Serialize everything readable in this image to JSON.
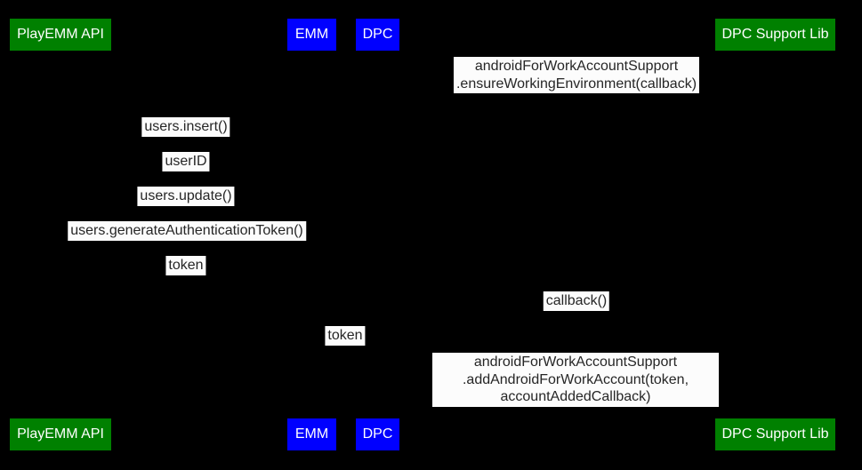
{
  "diagram": {
    "type": "sequence-diagram",
    "background_color": "#000000",
    "colors": {
      "actor_green": "#008000",
      "actor_blue": "#0000ff",
      "actor_text": "#ffffff",
      "message_background": "#fcfcfc",
      "message_text": "#262626"
    },
    "participants": [
      {
        "label": "PlayEMM API",
        "color": "#008000"
      },
      {
        "label": "EMM",
        "color": "#0000ff"
      },
      {
        "label": "DPC",
        "color": "#0000ff"
      },
      {
        "label": "DPC Support Lib",
        "color": "#008000"
      }
    ],
    "messages": [
      {
        "text": "androidForWorkAccountSupport\n.ensureWorkingEnvironment(callback)"
      },
      {
        "text": "users.insert()"
      },
      {
        "text": "userID"
      },
      {
        "text": "users.update()"
      },
      {
        "text": "users.generateAuthenticationToken()"
      },
      {
        "text": "token"
      },
      {
        "text": "callback()"
      },
      {
        "text": "token"
      },
      {
        "text": "androidForWorkAccountSupport\n.addAndroidForWorkAccount(token, accountAddedCallback)"
      }
    ]
  }
}
